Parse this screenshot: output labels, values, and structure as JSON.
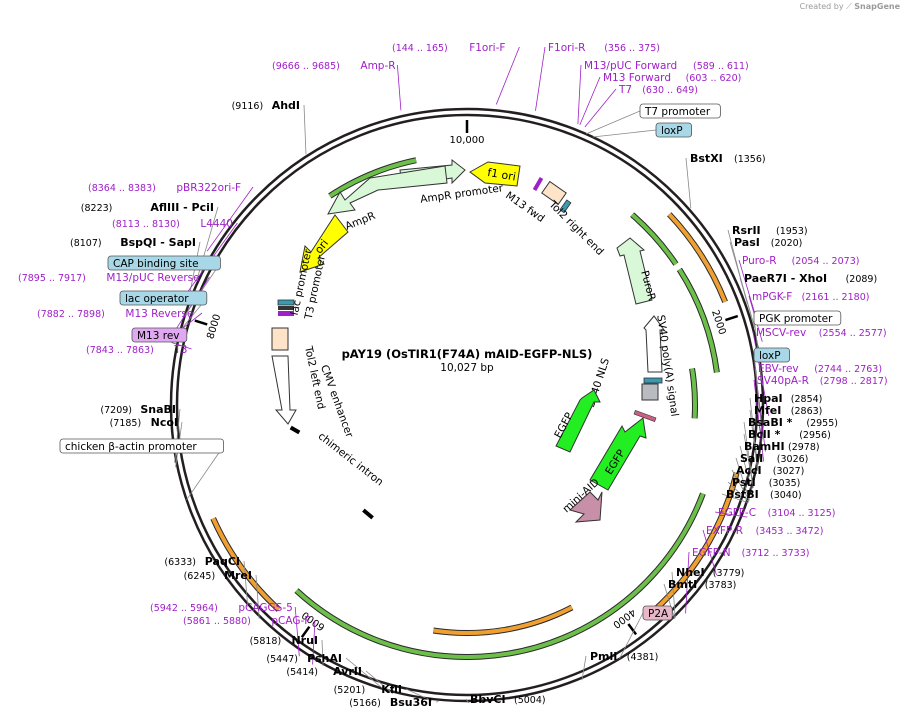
{
  "branding": {
    "created_by": "Created by",
    "product": "SnapGene"
  },
  "plasmid": {
    "name": "pAY19 (OsTIR1(F74A) mAID-EGFP-NLS)",
    "size": "10,027 bp",
    "length": 10027
  },
  "ticks": [
    {
      "bp": 0,
      "label": "10,000"
    },
    {
      "bp": 2000,
      "label": "2000"
    },
    {
      "bp": 4000,
      "label": "4000"
    },
    {
      "bp": 6000,
      "label": "6000"
    },
    {
      "bp": 8000,
      "label": "8000"
    }
  ],
  "enzymes": [
    {
      "name": "AhdI",
      "pos": "(9116)",
      "bp": 9116,
      "side": "L"
    },
    {
      "name": "BstXI",
      "pos": "(1356)",
      "bp": 1356,
      "side": "R"
    },
    {
      "name": "RsrII",
      "pos": "(1953)",
      "bp": 1953,
      "side": "R"
    },
    {
      "name": "PasI",
      "pos": "(2020)",
      "bp": 2020,
      "side": "R"
    },
    {
      "name": "PaeR7I - XhoI",
      "pos": "(2089)",
      "bp": 2089,
      "side": "R"
    },
    {
      "name": "HpaI",
      "pos": "(2854)",
      "bp": 2854,
      "side": "R"
    },
    {
      "name": "MfeI",
      "pos": "(2863)",
      "bp": 2863,
      "side": "R"
    },
    {
      "name": "BsaBI *",
      "pos": "(2955)",
      "bp": 2955,
      "side": "R"
    },
    {
      "name": "BclI *",
      "pos": "(2956)",
      "bp": 2956,
      "side": "R"
    },
    {
      "name": "BamHI",
      "pos": "(2978)",
      "bp": 2978,
      "side": "R"
    },
    {
      "name": "SalI",
      "pos": "(3026)",
      "bp": 3026,
      "side": "R"
    },
    {
      "name": "AccI",
      "pos": "(3027)",
      "bp": 3027,
      "side": "R"
    },
    {
      "name": "PstI",
      "pos": "(3035)",
      "bp": 3035,
      "side": "R"
    },
    {
      "name": "BstBI",
      "pos": "(3040)",
      "bp": 3040,
      "side": "R"
    },
    {
      "name": "NheI",
      "pos": "(3779)",
      "bp": 3779,
      "side": "R"
    },
    {
      "name": "BmtI",
      "pos": "(3783)",
      "bp": 3783,
      "side": "R"
    },
    {
      "name": "PmlI",
      "pos": "(4381)",
      "bp": 4381,
      "side": "R"
    },
    {
      "name": "BbvCI",
      "pos": "(5004)",
      "bp": 5004,
      "side": "R"
    },
    {
      "name": "Bsu36I",
      "pos": "(5166)",
      "bp": 5166,
      "side": "L"
    },
    {
      "name": "KflI",
      "pos": "(5201)",
      "bp": 5201,
      "side": "L"
    },
    {
      "name": "AvrII",
      "pos": "(5414)",
      "bp": 5414,
      "side": "L"
    },
    {
      "name": "PshAI",
      "pos": "(5447)",
      "bp": 5447,
      "side": "L"
    },
    {
      "name": "NruI",
      "pos": "(5818)",
      "bp": 5818,
      "side": "L"
    },
    {
      "name": "MreI",
      "pos": "(6245)",
      "bp": 6245,
      "side": "L"
    },
    {
      "name": "PaqCI",
      "pos": "(6333)",
      "bp": 6333,
      "side": "L"
    },
    {
      "name": "NcoI",
      "pos": "(7185)",
      "bp": 7185,
      "side": "L"
    },
    {
      "name": "SnaBI",
      "pos": "(7209)",
      "bp": 7209,
      "side": "L"
    },
    {
      "name": "BspQI - SapI",
      "pos": "(8107)",
      "bp": 8107,
      "side": "L"
    },
    {
      "name": "AflIII - PciI",
      "pos": "(8223)",
      "bp": 8223,
      "side": "L"
    }
  ],
  "primers": [
    {
      "name": "F1ori-F",
      "range": "(144 .. 165)",
      "bp": 155,
      "side": "L"
    },
    {
      "name": "F1ori-R",
      "range": "(356 .. 375)",
      "bp": 365,
      "side": "R"
    },
    {
      "name": "M13/pUC Forward",
      "range": "(589 .. 611)",
      "bp": 600,
      "side": "R"
    },
    {
      "name": "M13 Forward",
      "range": "(603 .. 620)",
      "bp": 611,
      "side": "R"
    },
    {
      "name": "T7",
      "range": "(630 .. 649)",
      "bp": 640,
      "side": "R"
    },
    {
      "name": "Puro-R",
      "range": "(2054 .. 2073)",
      "bp": 2063,
      "side": "R"
    },
    {
      "name": "mPGK-F",
      "range": "(2161 .. 2180)",
      "bp": 2170,
      "side": "R"
    },
    {
      "name": "MSCV-rev",
      "range": "(2554 .. 2577)",
      "bp": 2565,
      "side": "R"
    },
    {
      "name": "EBV-rev",
      "range": "(2744 .. 2763)",
      "bp": 2753,
      "side": "R"
    },
    {
      "name": "SV40pA-R",
      "range": "(2798 .. 2817)",
      "bp": 2807,
      "side": "R"
    },
    {
      "name": "EGFP-C",
      "range": "(3104 .. 3125)",
      "bp": 3114,
      "side": "R"
    },
    {
      "name": "EXFP-R",
      "range": "(3453 .. 3472)",
      "bp": 3462,
      "side": "R"
    },
    {
      "name": "EGFP-N",
      "range": "(3712 .. 3733)",
      "bp": 3722,
      "side": "R"
    },
    {
      "name": "pCAG-F",
      "range": "(5861 .. 5880)",
      "bp": 5870,
      "side": "L"
    },
    {
      "name": "pCAGGS-5",
      "range": "(5942 .. 5964)",
      "bp": 5953,
      "side": "L"
    },
    {
      "name": "T3",
      "range": "(7843 .. 7863)",
      "bp": 7853,
      "side": "L"
    },
    {
      "name": "M13 Reverse",
      "range": "(7882 .. 7898)",
      "bp": 7890,
      "side": "L"
    },
    {
      "name": "M13/pUC Reverse",
      "range": "(7895 .. 7917)",
      "bp": 7906,
      "side": "L"
    },
    {
      "name": "L4440",
      "range": "(8113 .. 8130)",
      "bp": 8121,
      "side": "L"
    },
    {
      "name": "pBR322ori-F",
      "range": "(8364 .. 8383)",
      "bp": 8373,
      "side": "L"
    },
    {
      "name": "Amp-R",
      "range": "(9666 .. 9685)",
      "bp": 9675,
      "side": "L"
    }
  ],
  "boxed_labels": [
    {
      "name": "T7 promoter",
      "style": "white",
      "bp": 660,
      "side": "R"
    },
    {
      "name": "loxP",
      "style": "blue",
      "bp": 700,
      "side": "R"
    },
    {
      "name": "PGK promoter",
      "style": "white",
      "bp": 2400,
      "side": "R"
    },
    {
      "name": "loxP",
      "style": "blue",
      "bp": 2650,
      "side": "R"
    },
    {
      "name": "P2A",
      "style": "pink",
      "bp": 4150,
      "side": "R"
    },
    {
      "name": "chicken β-actin promoter",
      "style": "white",
      "bp": 7000,
      "side": "L"
    },
    {
      "name": "M13 rev",
      "style": "violet",
      "bp": 7880,
      "side": "L"
    },
    {
      "name": "lac operator",
      "style": "blue",
      "bp": 7930,
      "side": "L"
    },
    {
      "name": "CAP binding site",
      "style": "blue",
      "bp": 8010,
      "side": "L"
    }
  ],
  "features": [
    {
      "name": "f1 ori",
      "kind": "yellow-arrow"
    },
    {
      "name": "AmpR promoter",
      "kind": "mint-arrow"
    },
    {
      "name": "AmpR",
      "kind": "mint-arrow"
    },
    {
      "name": "ori",
      "kind": "yellow-arrow"
    },
    {
      "name": "M13 fwd",
      "kind": "label"
    },
    {
      "name": "Tol2 right end",
      "kind": "box"
    },
    {
      "name": "PuroR",
      "kind": "mint-arrow"
    },
    {
      "name": "SV40 poly(A) signal",
      "kind": "white-arrow"
    },
    {
      "name": "SV40 NLS",
      "kind": "box"
    },
    {
      "name": "EGFP",
      "kind": "green-arrow"
    },
    {
      "name": "EGFP",
      "kind": "green-arrow"
    },
    {
      "name": "mini-AID",
      "kind": "mauve-arrow"
    },
    {
      "name": "lac promoter",
      "kind": "label"
    },
    {
      "name": "T3 promoter",
      "kind": "label"
    },
    {
      "name": "Tol2 left end",
      "kind": "box"
    },
    {
      "name": "CMV enhancer",
      "kind": "white-arrow"
    },
    {
      "name": "chimeric intron",
      "kind": "label"
    }
  ],
  "colors": {
    "backbone": "#231f20",
    "enzyme": "#000000",
    "primer": "#a020c8",
    "orf_green": "#6cc04a",
    "orf_orange": "#f0a030",
    "feature_yellow": "#ffff00",
    "feature_mint": "#d8f8d8",
    "feature_green": "#22ee22",
    "box_blue": "#a8d8e8",
    "box_pink": "#e8b8c8",
    "box_violet": "#e0a8f0"
  }
}
